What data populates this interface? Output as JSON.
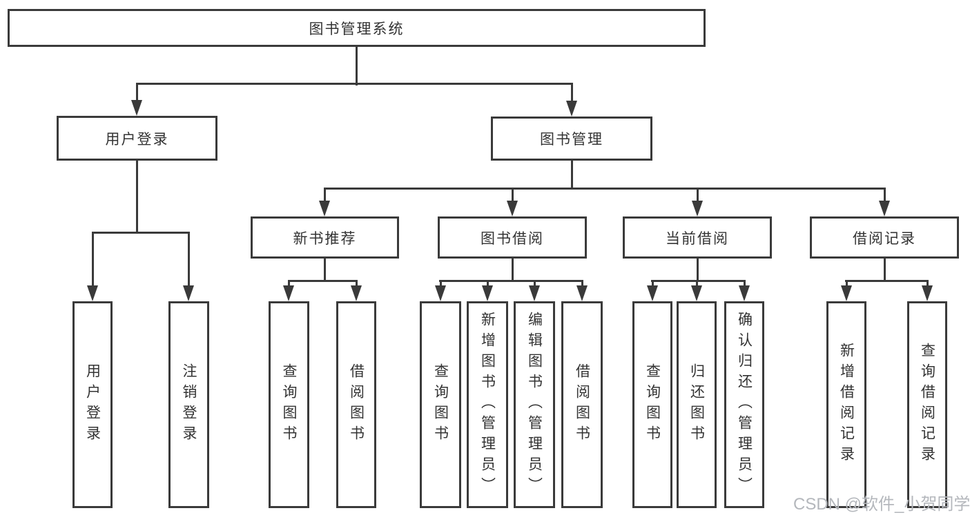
{
  "colors": {
    "line": "#3a3a3a",
    "border": "#3a3a3a",
    "text": "#333333",
    "watermark": "#b4b7bc",
    "bg": "#ffffff"
  },
  "watermark": {
    "text": "CSDN @软件_小贺同学"
  },
  "tree": {
    "label": "图书管理系统",
    "children": [
      {
        "label": "用户登录",
        "children": [
          {
            "label": "用户登录"
          },
          {
            "label": "注销登录"
          }
        ]
      },
      {
        "label": "图书管理",
        "children": [
          {
            "label": "新书推荐",
            "children": [
              {
                "label": "查询图书"
              },
              {
                "label": "借阅图书"
              }
            ]
          },
          {
            "label": "图书借阅",
            "children": [
              {
                "label": "查询图书"
              },
              {
                "label": "新增图书（管理员）"
              },
              {
                "label": "编辑图书（管理员）"
              },
              {
                "label": "借阅图书"
              }
            ]
          },
          {
            "label": "当前借阅",
            "children": [
              {
                "label": "查询图书"
              },
              {
                "label": "归还图书"
              },
              {
                "label": "确认归还（管理员）"
              }
            ]
          },
          {
            "label": "借阅记录",
            "children": [
              {
                "label": "新增借阅记录"
              },
              {
                "label": "查询借阅记录"
              }
            ]
          }
        ]
      }
    ]
  }
}
